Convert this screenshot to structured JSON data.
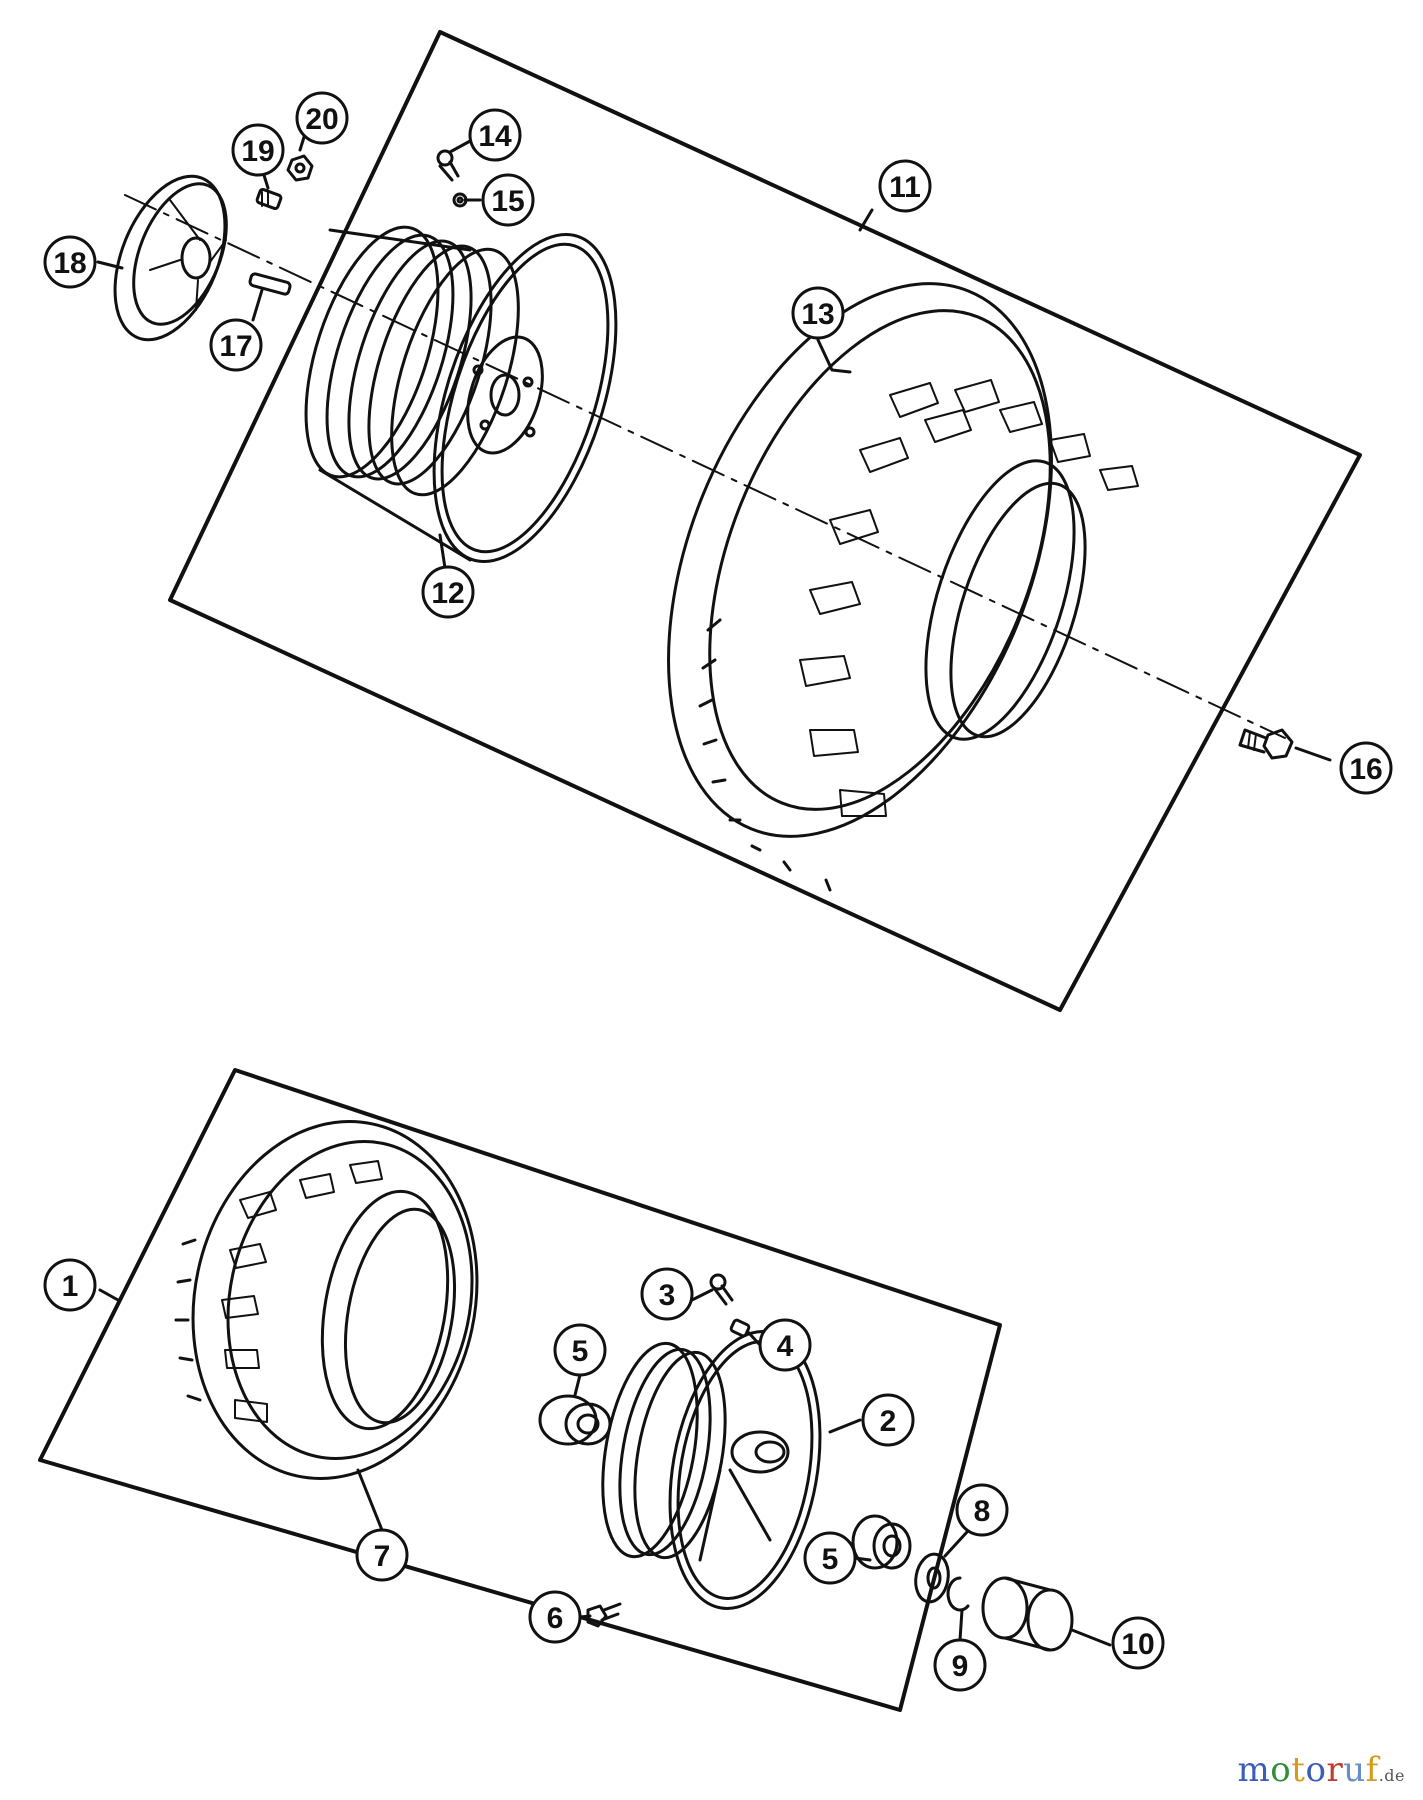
{
  "diagram": {
    "callouts_upper": [
      "20",
      "19",
      "18",
      "17",
      "14",
      "15",
      "11",
      "13",
      "12",
      "16"
    ],
    "callouts_lower": [
      "1",
      "3",
      "4",
      "5",
      "2",
      "7",
      "6",
      "5",
      "8",
      "9",
      "10"
    ]
  },
  "watermark": {
    "letters": [
      "m",
      "o",
      "t",
      "o",
      "r",
      "u",
      "f"
    ],
    "letter_colors": [
      "#3b5db8",
      "#2f8f3a",
      "#d79b1a",
      "#3b5db8",
      "#c0392b",
      "#6a8ec8",
      "#d79b1a"
    ],
    "suffix": ".de"
  }
}
